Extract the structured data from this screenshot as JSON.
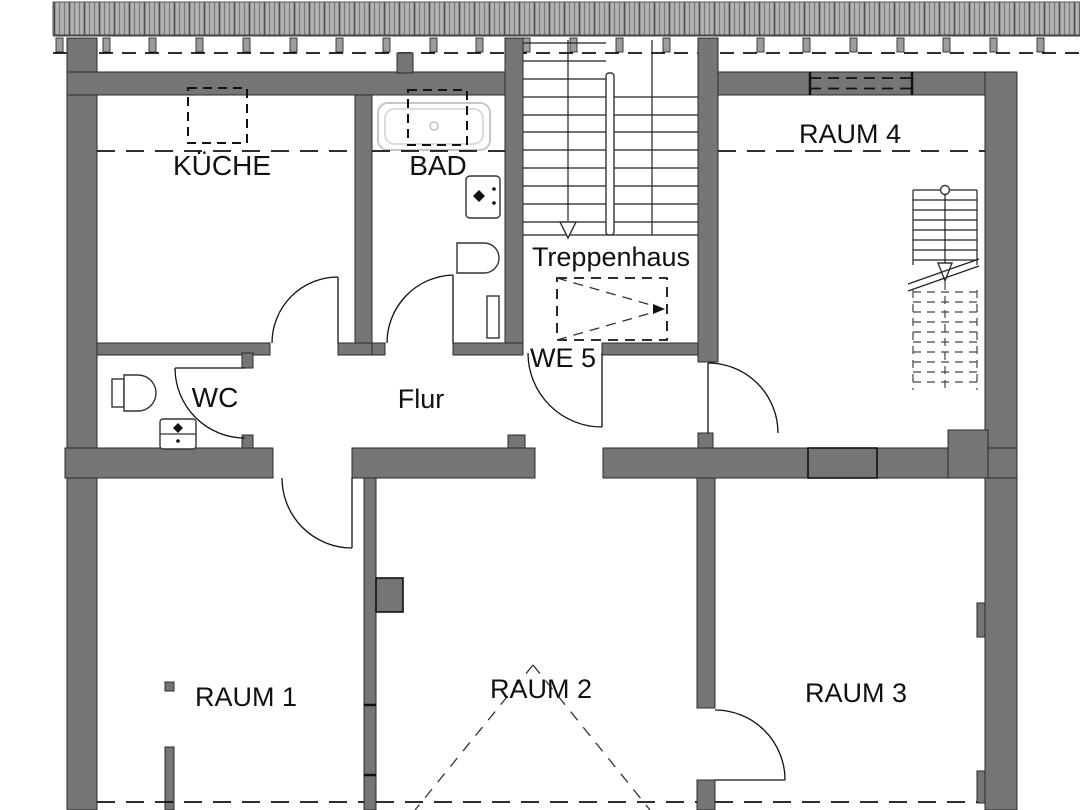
{
  "labels": {
    "kueche": "KÜCHE",
    "bad": "BAD",
    "wc": "WC",
    "flur": "Flur",
    "treppenhaus": "Treppenhaus",
    "we5": "WE 5",
    "raum1": "RAUM 1",
    "raum2": "RAUM 2",
    "raum3": "RAUM 3",
    "raum4": "RAUM 4"
  },
  "colors": {
    "background": "#ffffff",
    "wall": "#757575",
    "wall_outline": "#2b2b2b",
    "roof_band": "#b2b2b2",
    "roof_stripe_dark": "#4a4a4a",
    "roof_stripe_mid": "#7a7a7a",
    "rafter_stub": "#9c9c9c",
    "drawing_line": "#111111",
    "fixture_light_outline": "#c6c6c6"
  }
}
